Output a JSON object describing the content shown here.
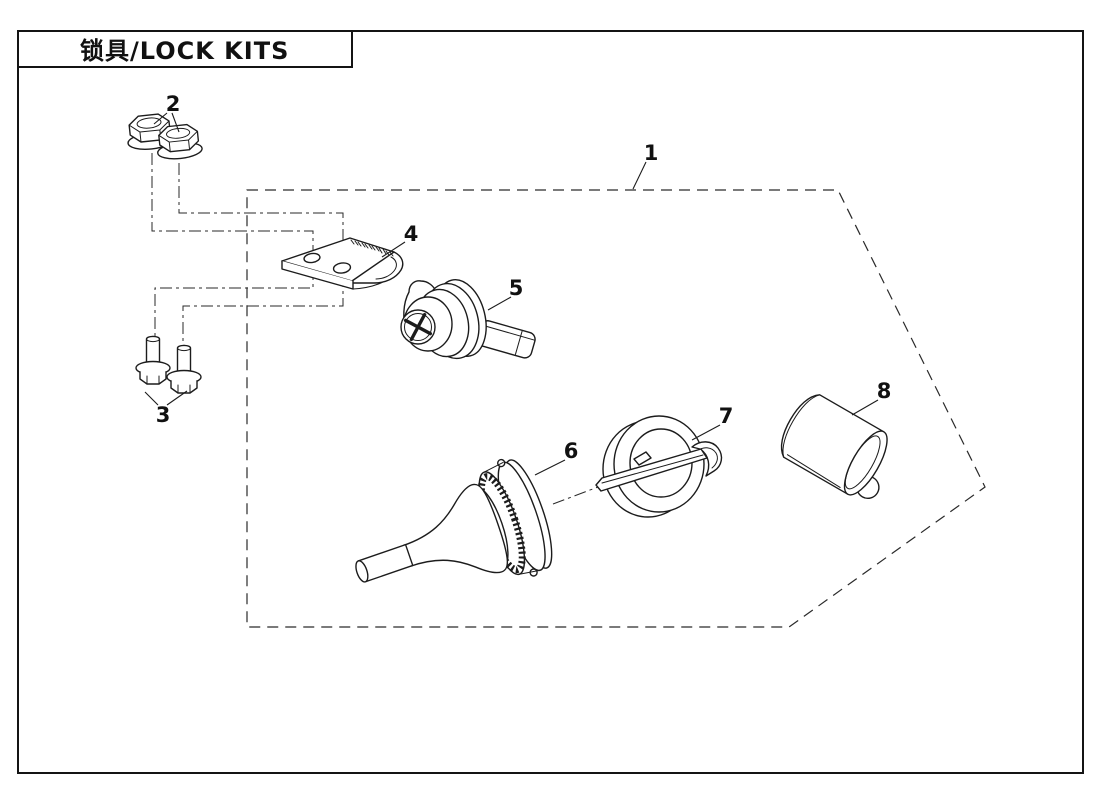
{
  "diagram": {
    "title": "锁具/LOCK KITS",
    "callouts": [
      {
        "label": "1"
      },
      {
        "label": "2"
      },
      {
        "label": "3"
      },
      {
        "label": "4"
      },
      {
        "label": "5"
      },
      {
        "label": "6"
      },
      {
        "label": "7"
      },
      {
        "label": "8"
      }
    ]
  }
}
